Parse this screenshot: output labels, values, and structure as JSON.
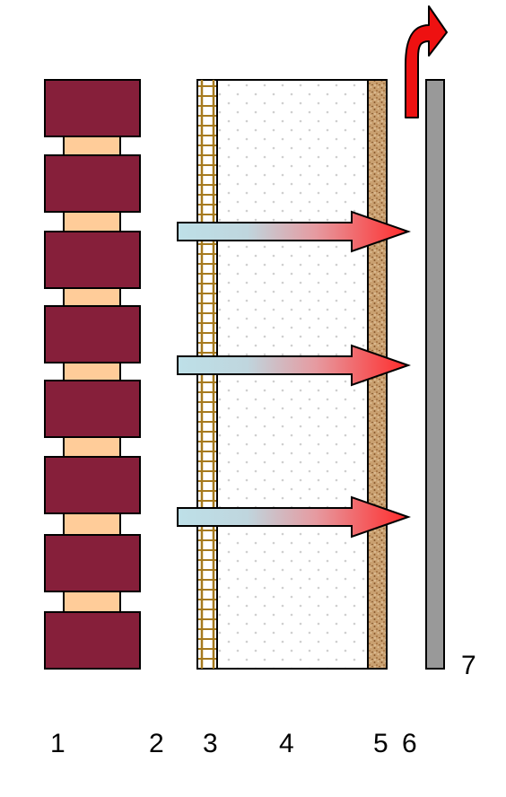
{
  "labels": {
    "l1": "1",
    "l2": "2",
    "l3": "3",
    "l4": "4",
    "l5": "5",
    "l6": "6",
    "l7": "7"
  },
  "colors": {
    "brick": "#861F3A",
    "mortar": "#FFCC99",
    "mesh": "#A67A1E",
    "insulation_dots": "#CFCFCF",
    "plaster": "#C49A6C",
    "cladding": "#999999",
    "flow_start": "#BEE0E8",
    "flow_end": "#FF2A2A",
    "updraft": "#EE1111"
  },
  "icons": [
    "heat-flow-arrow",
    "updraft-arrow"
  ]
}
